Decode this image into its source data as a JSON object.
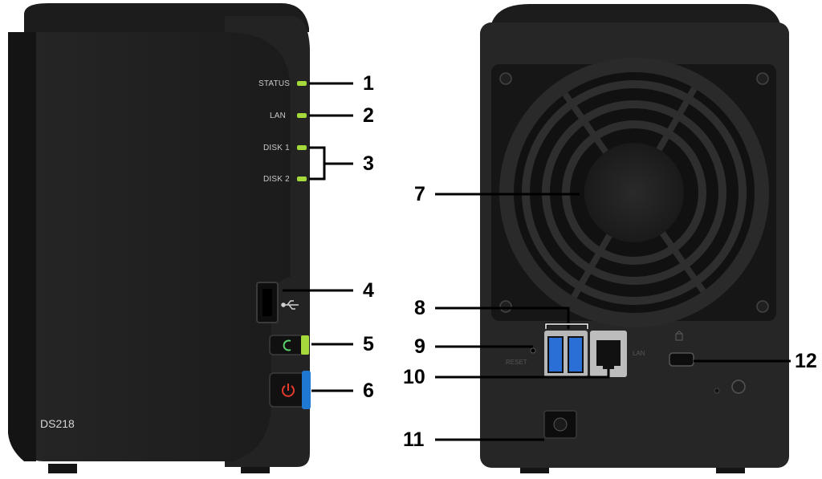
{
  "front": {
    "model": "DS218",
    "leds": [
      "STATUS",
      "LAN",
      "DISK 1",
      "DISK 2"
    ]
  },
  "rear": {
    "reset_label": "RESET",
    "lan_label": "LAN"
  },
  "callouts": [
    "1",
    "2",
    "3",
    "4",
    "5",
    "6",
    "7",
    "8",
    "9",
    "10",
    "11",
    "12"
  ],
  "colors": {
    "chassis": "#1e1e1e",
    "panel": "#2b2b2b",
    "led": "#a6d93b",
    "power_accent": "#1f78d1",
    "power_symbol": "#e53a2c",
    "copy_symbol": "#5bd16a",
    "usb3": "#2a6fd6"
  },
  "icons": [
    "usb-icon",
    "copy-icon",
    "power-icon",
    "lock-icon",
    "fan-icon"
  ]
}
